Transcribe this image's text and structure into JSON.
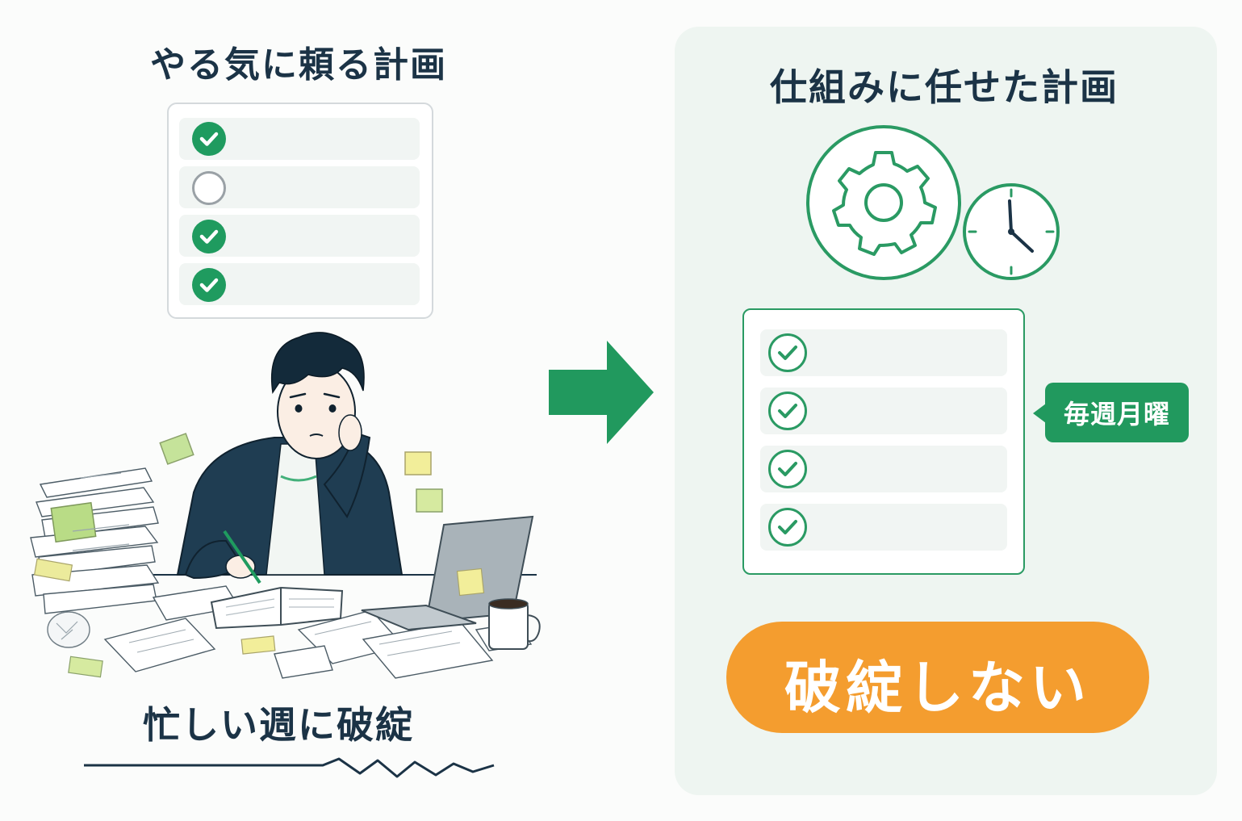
{
  "left": {
    "title": "やる気に頼る計画",
    "caption": "忙しい週に破綻",
    "checklist": [
      "checked",
      "unchecked",
      "checked",
      "checked"
    ]
  },
  "right": {
    "title": "仕組みに任せた計画",
    "badge": "毎週月曜",
    "result": "破綻しない",
    "checklist": [
      "checked",
      "checked",
      "checked",
      "checked"
    ]
  },
  "icons": {
    "arrow": "right-arrow-icon",
    "gear": "gear-icon",
    "clock": "clock-icon",
    "person": "stressed-person-illustration"
  },
  "colors": {
    "green": "#1f9b5f",
    "orange": "#f49d2f",
    "navy": "#1b3346",
    "panel": "#eef5f1"
  }
}
